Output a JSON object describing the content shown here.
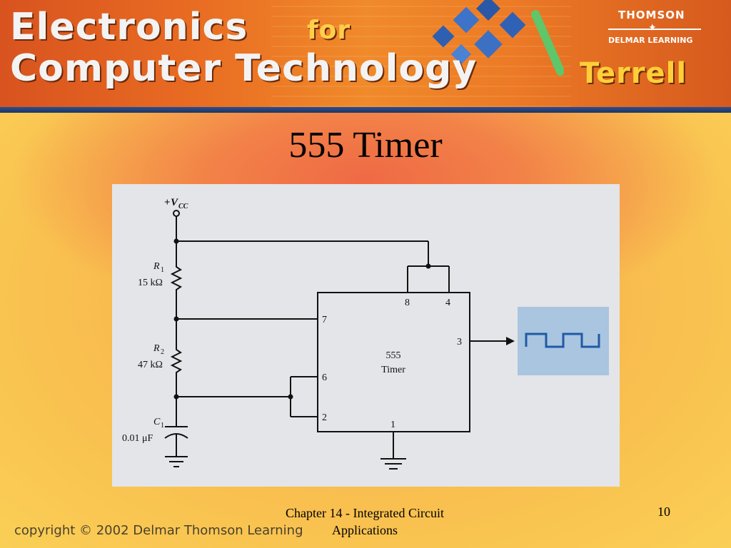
{
  "banner": {
    "line1": "Electronics",
    "for": "for",
    "line2": "Computer Technology",
    "author": "Terrell",
    "publisher1": "THOMSON",
    "publisher2": "DELMAR LEARNING"
  },
  "slide": {
    "title": "555 Timer"
  },
  "circuit": {
    "vcc_plus": "+",
    "vcc_v": "V",
    "vcc_sub": "CC",
    "r1_name": "R",
    "r1_sub": "1",
    "r1_value": "15 kΩ",
    "r2_name": "R",
    "r2_sub": "2",
    "r2_value": "47 kΩ",
    "c1_name": "C",
    "c1_sub": "1",
    "c1_value": "0.01 μF",
    "chip_line1": "555",
    "chip_line2": "Timer",
    "pin8": "8",
    "pin4": "4",
    "pin7": "7",
    "pin3": "3",
    "pin6": "6",
    "pin2": "2",
    "pin1": "1",
    "colors": {
      "wire": "#111111",
      "figure_bg": "#e4e5e8",
      "output_box": "#a9c5e0",
      "waveform": "#1f5aa6"
    }
  },
  "footer": {
    "copyright": "copyright © 2002 Delmar Thomson Learning",
    "chapter": "Chapter 14 - Integrated Circuit Applications",
    "page": "10"
  }
}
